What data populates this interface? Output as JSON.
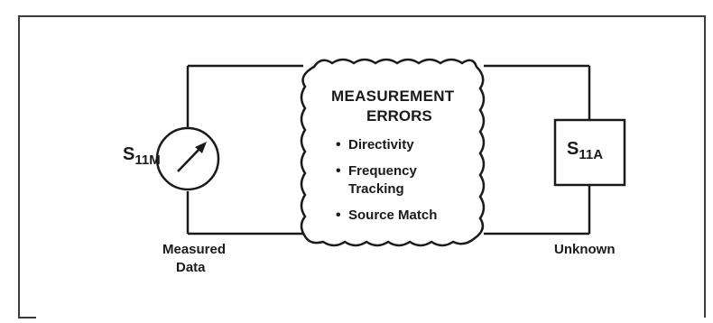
{
  "meter_label": {
    "main": "S",
    "sub": "11M"
  },
  "unknown_box_label": {
    "main": "S",
    "sub": "11A"
  },
  "errors": {
    "title_line1": "MEASUREMENT",
    "title_line2": "ERRORS",
    "items": [
      "Directivity",
      "Frequency",
      "Tracking",
      "Source Match"
    ]
  },
  "measured_data_label": {
    "line1": "Measured",
    "line2": "Data"
  },
  "unknown_label": "Unknown",
  "colors": {
    "ink": "#1a1a1a",
    "frame": "#3a3a3a",
    "background": "#ffffff"
  }
}
